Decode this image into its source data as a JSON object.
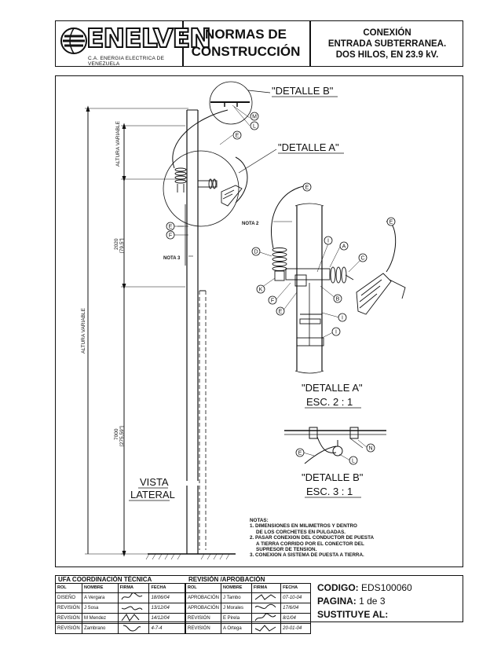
{
  "header": {
    "logo_text": "ENELVEN",
    "company": "C.A. ENERGIA ELECTRICA DE VENEZUELA",
    "title_line1": "NORMAS DE",
    "title_line2": "CONSTRUCCIÓN",
    "subject_line1": "CONEXIÓN",
    "subject_line2": "ENTRADA SUBTERRANEA.",
    "subject_line3": "DOS HILOS, EN 23.9 kV."
  },
  "drawing": {
    "detalle_b_title": "\"DETALLE B\"",
    "detalle_a_title": "\"DETALLE A\"",
    "detalle_a_caption": "\"DETALLE A\"",
    "detalle_a_scale": "ESC. 2 : 1",
    "detalle_b_caption": "\"DETALLE B\"",
    "detalle_b_scale": "ESC. 3 : 1",
    "vista_line1": "VISTA",
    "vista_line2": "LATERAL",
    "altura_variable_1": "ALTURA VARIABLE",
    "altura_variable_2": "ALTURA VARIABLE",
    "dim_2020": "2020",
    "dim_2020_in": "[79,5\"]",
    "dim_7000": "7000",
    "dim_7000_in": "[275,59\"]",
    "nota_2": "NOTA 2",
    "nota_3": "NOTA 3",
    "callouts": {
      "m": "M",
      "l": "L",
      "e": "E",
      "f": "F",
      "i": "I",
      "a": "A",
      "c": "C",
      "d": "D",
      "k": "K",
      "b": "B",
      "n": "N"
    }
  },
  "notes": {
    "title": "NOTAS:",
    "items": [
      "1. DIMENSIONES EN MILIMETROS Y DENTRO",
      "   DE LOS CORCHETES EN PULGADAS.",
      "2. PASAR CONEXION DEL CONDUCTOR DE PUESTA",
      "   A TIERRA CORRIDO POR EL CONECTOR DEL",
      "   SUPRESOR DE TENSION.",
      "3. CONEXION A SISTEMA DE PUESTA A TIERRA."
    ]
  },
  "title_block": {
    "left_header": "UFA COORDINACIÓN TÉCNICA",
    "right_header": "REVISIÓN /APROBACIÓN",
    "columns_left": [
      "ROL",
      "NOMBRE",
      "FIRMA",
      "FECHA"
    ],
    "columns_right": [
      "ROL",
      "NOMBRE",
      "FIRMA",
      "FECHA"
    ],
    "rows_left": [
      {
        "rol": "DISEÑO",
        "nombre": "A Vergara",
        "fecha": "18/06/04"
      },
      {
        "rol": "REVISIÓN",
        "nombre": "J Sosa",
        "fecha": "13/12/04"
      },
      {
        "rol": "REVISIÓN",
        "nombre": "M Mendez",
        "fecha": "14/12/04"
      },
      {
        "rol": "REVISIÓN",
        "nombre": "Zambrano",
        "fecha": "4-7-4"
      }
    ],
    "rows_right": [
      {
        "rol": "APROBACIÓN",
        "nombre": "J Tambo",
        "fecha": "07-10-04"
      },
      {
        "rol": "APROBACIÓN",
        "nombre": "J Morales",
        "fecha": "17/6/04"
      },
      {
        "rol": "REVISIÓN",
        "nombre": "E Pirela",
        "fecha": "8/1/04"
      },
      {
        "rol": "REVISIÓN",
        "nombre": "A Ortega",
        "fecha": "20-01-04"
      }
    ],
    "codigo_label": "CODIGO:",
    "codigo_value": "EDS100060",
    "pagina_label": "PAGINA:",
    "pagina_value": "1 de 3",
    "sustituye_label": "SUSTITUYE AL:"
  }
}
